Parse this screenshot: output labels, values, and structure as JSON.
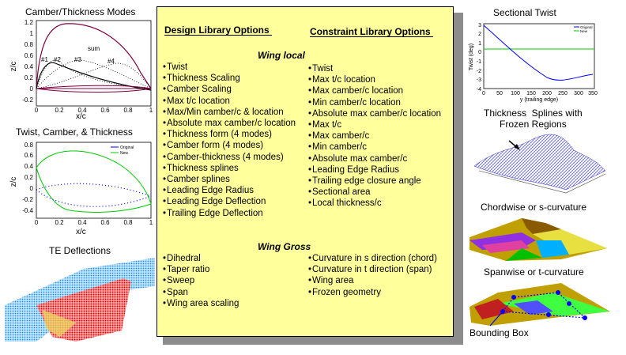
{
  "panels": {
    "camber_title": "Camber/Thickness Modes",
    "twist_camber_title": "Twist, Camber, & Thickness",
    "te_title": "TE Deflections",
    "sectional_title": "Sectional Twist",
    "thickness_splines_title": "Thickness  Splines with\nFrozen Regions",
    "chordwise_title": "Chordwise or s-curvature",
    "spanwise_title": "Spanwise or t-curvature",
    "bounding_title": "Bounding Box"
  },
  "camber_chart": {
    "ylabel": "z/c",
    "xlabel": "x/c",
    "y_ticks": [
      "1.2",
      "1",
      "0.8",
      "0.6",
      "0.4",
      "0.2",
      "0",
      "-0.2"
    ],
    "x_ticks": [
      "0",
      "0.2",
      "0.4",
      "0.6",
      "0.8",
      "1"
    ],
    "annotations": [
      "#1",
      "#2",
      "#3",
      "#4",
      "sum"
    ]
  },
  "twist_chart": {
    "ylabel": "z/c",
    "xlabel": "x/c",
    "y_ticks": [
      "0.8",
      "0.6",
      "0.4",
      "0.2",
      "0",
      "-0.2",
      "-0.4"
    ],
    "x_ticks": [
      "0",
      "0.2",
      "0.4",
      "0.6",
      "0.8",
      "1"
    ],
    "legend": [
      "Original",
      "New"
    ]
  },
  "sectional_chart": {
    "ylabel": "Twist (deg)",
    "xlabel": "y (trailing edge)",
    "y_ticks": [
      "3",
      "2",
      "1",
      "0",
      "-1",
      "-2",
      "-3",
      "-4"
    ],
    "x_ticks": [
      "0",
      "50",
      "100",
      "150",
      "200",
      "250",
      "300",
      "350"
    ],
    "legend": [
      "Original",
      "New"
    ]
  },
  "library": {
    "design_header": "Design Library Options",
    "constraint_header": "Constraint Library Options",
    "wing_local": "Wing local",
    "wing_gross": "Wing Gross",
    "design_local": [
      "Twist",
      "Thickness Scaling",
      "Camber Scaling",
      "Max t/c location",
      "Max/Min camber/c  & location",
      "Absolute max camber/c location",
      "Thickness form (4 modes)",
      "Camber form (4 modes)",
      "Camber-thickness (4 modes)",
      "Thickness splines",
      "Camber splines",
      "Leading Edge Radius",
      "Leading Edge Deflection",
      "Trailing Edge Deflection"
    ],
    "constraint_local": [
      "Twist",
      "Max t/c location",
      "Max camber/c location",
      "Min camber/c location",
      "Absolute max camber/c location",
      "Max t/c",
      "Max camber/c",
      "Min camber/c",
      "Absolute max camber/c",
      "Leading Edge Radius",
      "Trailing edge closure angle",
      "Sectional area",
      "Local thickness/c"
    ],
    "design_gross": [
      "Dihedral",
      "Taper ratio",
      "Sweep",
      "Span",
      "Wing area scaling"
    ],
    "constraint_gross": [
      "Curvature in s direction (chord)",
      "Curvature in t direction (span)",
      "Wing area",
      "Frozen geometry"
    ]
  },
  "colors": {
    "note_yellow": "#ffff9c",
    "series_blue": "#0000ff",
    "series_green": "#00cc00",
    "sum_maroon": "#800040"
  }
}
